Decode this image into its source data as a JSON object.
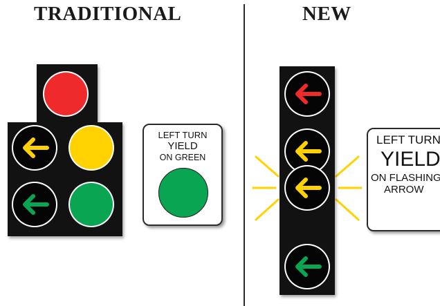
{
  "headings": {
    "traditional": "TRADITIONAL",
    "new": "NEW"
  },
  "traditional_sign": {
    "line1": "LEFT TURN",
    "line2": "YIELD",
    "line3": "ON GREEN"
  },
  "new_sign": {
    "line1": "LEFT TURN",
    "line2": "YIELD",
    "line3": "ON FLASHING",
    "line4": "ARROW"
  },
  "colors": {
    "red": "#ee2a2a",
    "yellow": "#ffd200",
    "green": "#0aa552",
    "housing": "#121212",
    "flash_rays": "#ffd200"
  },
  "icons": [
    "left-arrow-icon",
    "circle-lamp"
  ]
}
